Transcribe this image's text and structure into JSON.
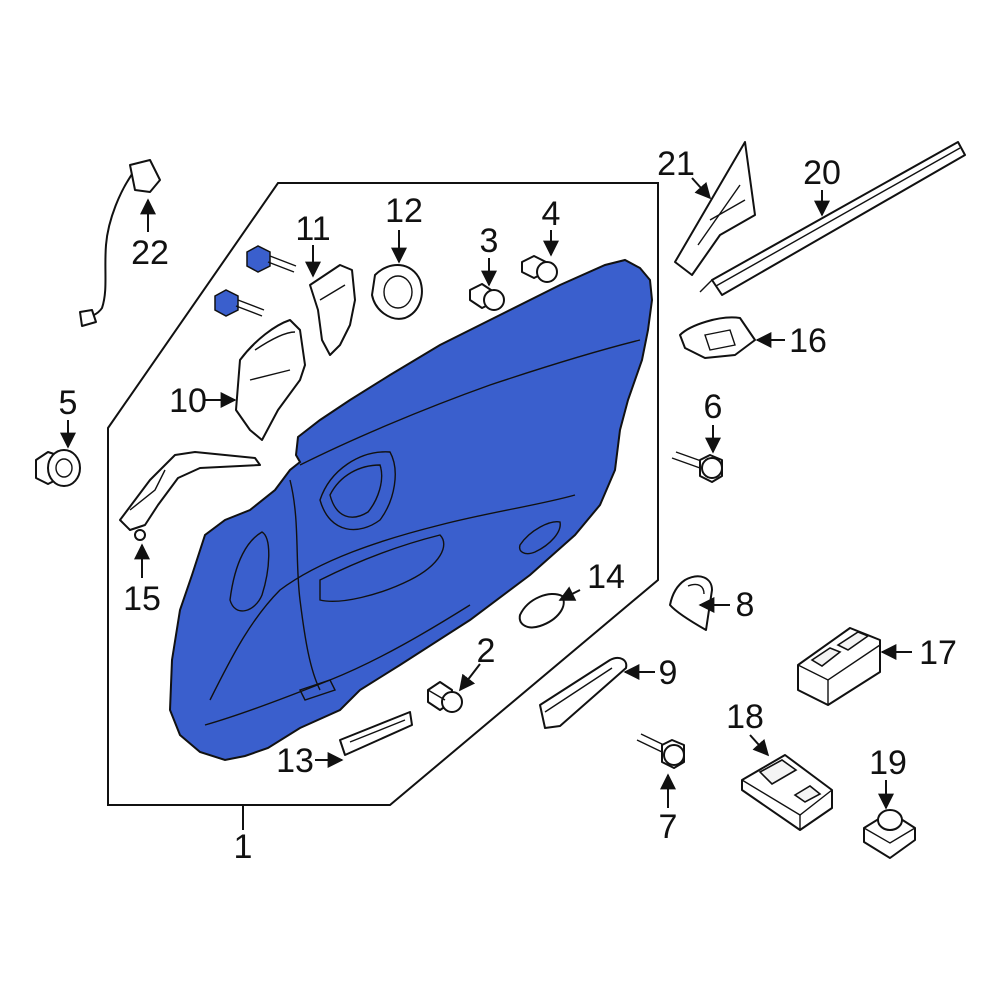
{
  "colors": {
    "highlight": "#3a5fcd",
    "line": "#111111",
    "background": "#ffffff"
  },
  "callouts": [
    {
      "id": "1",
      "label": "1"
    },
    {
      "id": "2",
      "label": "2"
    },
    {
      "id": "3",
      "label": "3"
    },
    {
      "id": "4",
      "label": "4"
    },
    {
      "id": "5",
      "label": "5"
    },
    {
      "id": "6",
      "label": "6"
    },
    {
      "id": "7",
      "label": "7"
    },
    {
      "id": "8",
      "label": "8"
    },
    {
      "id": "9",
      "label": "9"
    },
    {
      "id": "10",
      "label": "10"
    },
    {
      "id": "11",
      "label": "11"
    },
    {
      "id": "12",
      "label": "12"
    },
    {
      "id": "13",
      "label": "13"
    },
    {
      "id": "14",
      "label": "14"
    },
    {
      "id": "15",
      "label": "15"
    },
    {
      "id": "16",
      "label": "16"
    },
    {
      "id": "17",
      "label": "17"
    },
    {
      "id": "18",
      "label": "18"
    },
    {
      "id": "19",
      "label": "19"
    },
    {
      "id": "20",
      "label": "20"
    },
    {
      "id": "21",
      "label": "21"
    },
    {
      "id": "22",
      "label": "22"
    }
  ]
}
